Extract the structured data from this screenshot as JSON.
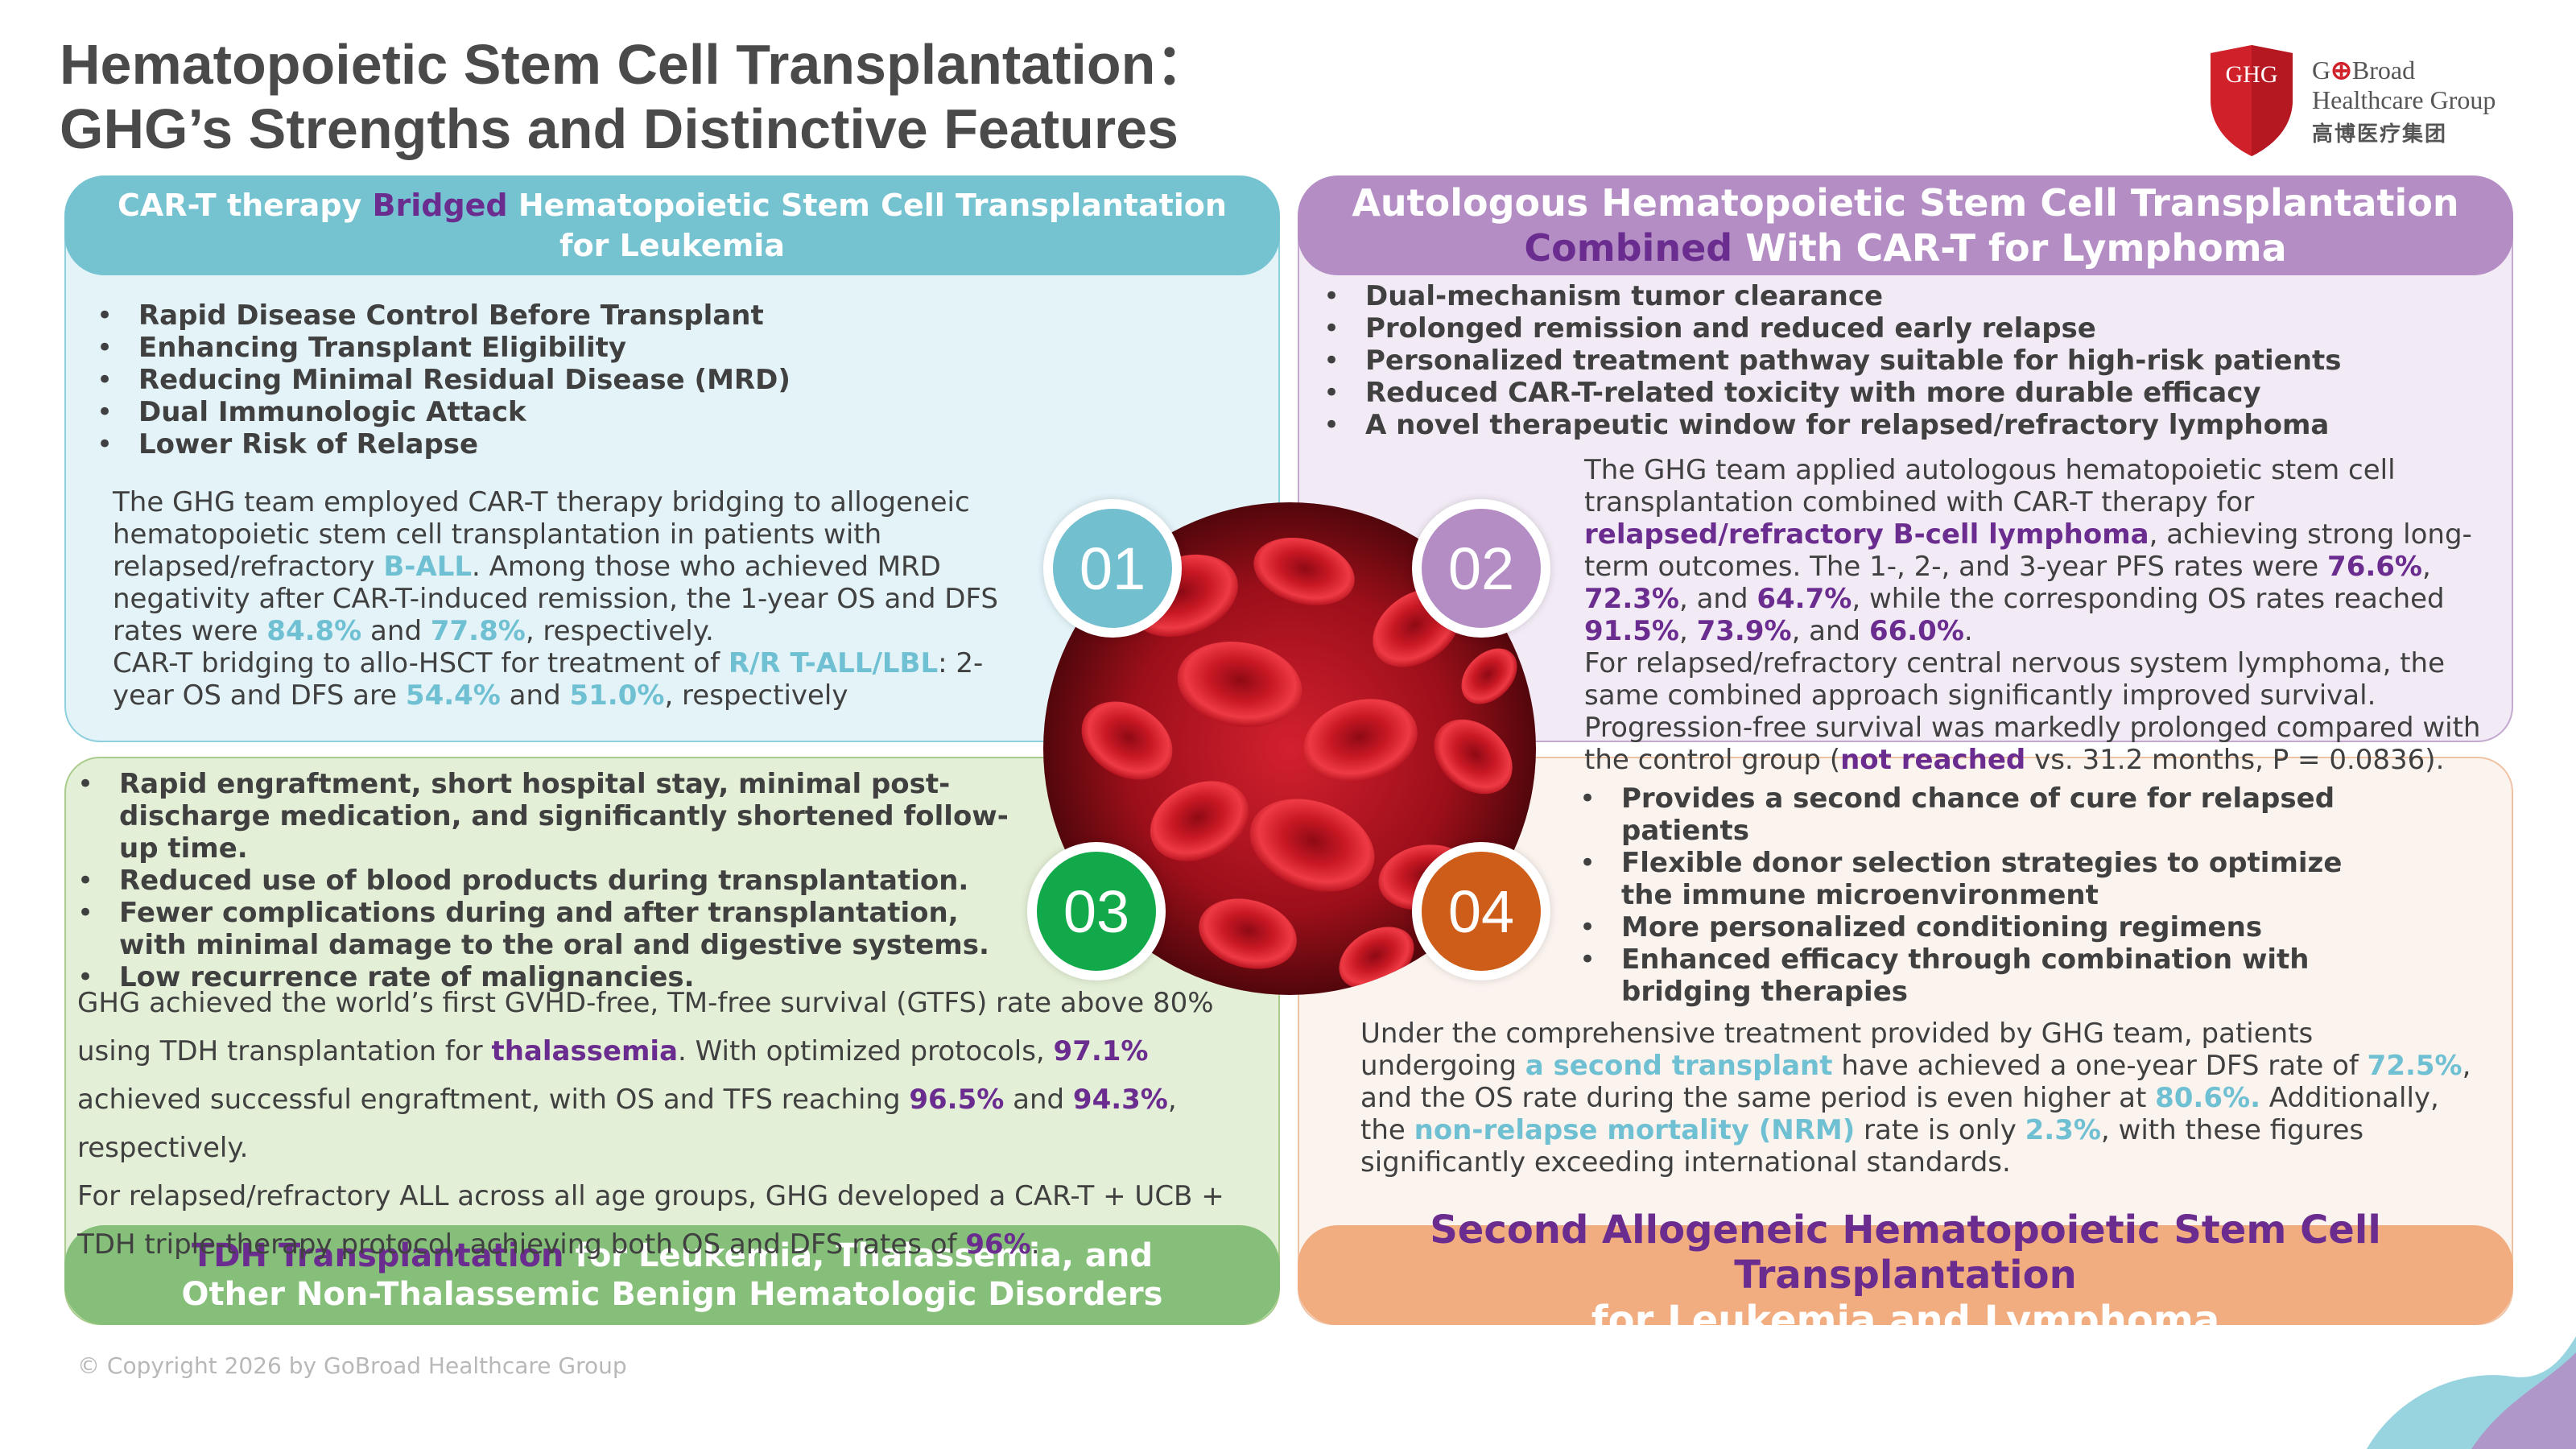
{
  "title": {
    "line1": "Hematopoietic Stem Cell Transplantation：",
    "line2": "GHG’s Strengths and Distinctive Features"
  },
  "logo": {
    "shield_text": "GHG",
    "brand_line1_prefix": "G",
    "brand_line1_mark": "⊕",
    "brand_line1_rest": "Broad",
    "brand_line2": "Healthcare Group",
    "brand_line3": "高博医疗集团",
    "shield_color": "#d0202a"
  },
  "panel1": {
    "heading_pre": "CAR-T therapy ",
    "heading_accent": "Bridged",
    "heading_post": " Hematopoietic Stem Cell Transplantation for Leukemia",
    "bullets": [
      "Rapid Disease Control Before Transplant",
      "Enhancing Transplant Eligibility",
      "Reducing Minimal Residual Disease (MRD)",
      "Dual Immunologic Attack",
      "Lower Risk of Relapse"
    ],
    "para": {
      "t1": "The GHG team employed CAR-T therapy bridging to allogeneic hematopoietic stem cell transplantation in patients with relapsed/refractory ",
      "h1": "B-ALL",
      "t2": ". Among those who achieved MRD negativity after CAR-T-induced remission, the 1-year OS and DFS rates were ",
      "h2": "84.8%",
      "t3": " and ",
      "h3": "77.8%",
      "t4": ", respectively.",
      "t5": "CAR-T bridging to allo-HSCT for treatment of ",
      "h4": "R/R T-ALL/LBL",
      "t6": ": 2-year OS and DFS are ",
      "h5": "54.4%",
      "t7": " and ",
      "h6": "51.0%",
      "t8": ", respectively"
    },
    "number": "01",
    "color": "#75c2d0"
  },
  "panel2": {
    "heading_line1": "Autologous Hematopoietic Stem Cell Transplantation",
    "heading_accent": "Combined",
    "heading_post": " With CAR-T  for Lymphoma",
    "bullets": [
      "Dual-mechanism tumor clearance",
      "Prolonged remission and reduced early relapse",
      "Personalized treatment pathway suitable for high-risk patients",
      "Reduced CAR-T-related toxicity with more durable efficacy",
      "A novel therapeutic window for relapsed/refractory lymphoma"
    ],
    "para": {
      "t1": "The GHG team applied autologous hematopoietic stem cell transplantation combined with CAR-T therapy for ",
      "h1": "relapsed/refractory B-cell lymphoma",
      "t2": ", achieving strong long-term outcomes. The 1-, 2-, and 3-year PFS rates were ",
      "h2": "76.6%",
      "t3": ", ",
      "h3": "72.3%",
      "t4": ", and ",
      "h4": "64.7%",
      "t5": ", while the corresponding OS rates reached ",
      "h5": "91.5%",
      "t6": ", ",
      "h6": "73.9%",
      "t7": ", and ",
      "h7": "66.0%",
      "t8": ".",
      "t9": "For relapsed/refractory central nervous system lymphoma, the same combined approach significantly improved survival. Progression-free survival was markedly prolonged compared with the control group (",
      "h8": "not reached",
      "t10": " vs. 31.2 months, P = 0.0836)."
    },
    "number": "02",
    "color": "#b38dc4"
  },
  "panel3": {
    "heading_accent": "TDH Transplantation",
    "heading_post": " for Leukemia, Thalassemia, and Other Non-Thalassemic Benign Hematologic Disorders",
    "bullets": [
      "Rapid engraftment, short hospital stay, minimal post-discharge medication, and significantly shortened follow-up time.",
      "Reduced use of blood products during transplantation.",
      "Fewer complications during and after transplantation, with minimal damage to the oral and digestive systems.",
      "Low recurrence rate of malignancies."
    ],
    "para": {
      "t1": "GHG achieved the world’s first GVHD-free, TM-free survival (GTFS) rate above 80% using TDH transplantation for ",
      "h1": "thalassemia",
      "t2": ". With optimized protocols, ",
      "h2": "97.1%",
      "t3": " achieved successful engraftment, with OS and TFS reaching ",
      "h3": "96.5%",
      "t4": " and ",
      "h4": "94.3%",
      "t5": ", respectively.",
      "t6": "For relapsed/refractory ALL across all age groups, GHG developed a CAR-T + UCB + TDH triple-therapy protocol, achieving both OS and DFS rates of ",
      "h5": "96%",
      "t7": "."
    },
    "number": "03",
    "color": "#12a94a"
  },
  "panel4": {
    "heading_line1": "Second Allogeneic Hematopoietic Stem Cell Transplantation",
    "heading_line2": "for Leukemia and Lymphoma",
    "bullets": [
      "Provides a second chance of cure for relapsed patients",
      "Flexible donor selection strategies to optimize the immune microenvironment",
      "More personalized conditioning regimens",
      "Enhanced efficacy through combination with bridging therapies"
    ],
    "para": {
      "t1": "Under the comprehensive treatment provided by GHG team, patients undergoing ",
      "h1": "a second transplant",
      "t2": " have achieved a one-year DFS rate of ",
      "h2": "72.5%",
      "t3": ", and the OS rate during the same period is even higher at ",
      "h3": "80.6%.",
      "t4": " Additionally, the ",
      "h4": "non-relapse mortality (NRM)",
      "t5": " rate is only ",
      "h5": "2.3%",
      "t6": ", with these figures significantly exceeding international standards."
    },
    "number": "04",
    "color": "#cd5d18"
  },
  "footer": {
    "copyright": "© Copyright 2026 by GoBroad Healthcare Group"
  },
  "center_image": {
    "icon": "red-blood-cells-image"
  }
}
